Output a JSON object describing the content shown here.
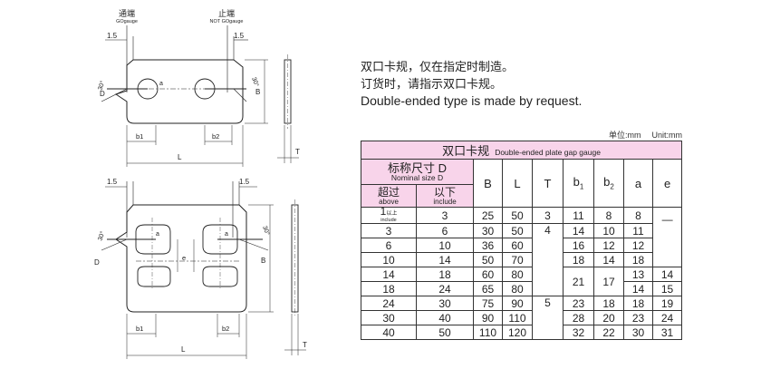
{
  "drawing": {
    "top_labels": {
      "go_cn": "通端",
      "go_en": "GOgauge",
      "notgo_cn": "止端",
      "notgo_en": "NOT GOgauge"
    },
    "dims": {
      "slot": "1.5",
      "angle": "30°",
      "D": "D",
      "a": "a",
      "B": "B",
      "b1": "b1",
      "b2": "b2",
      "L": "L",
      "T": "T",
      "e": "e"
    }
  },
  "notes": {
    "line1": "双口卡规，仅在指定时制造。",
    "line2": "订货时，请指示双口卡规。",
    "line3": "Double-ended type is made by request."
  },
  "units": {
    "cn": "单位:mm",
    "en": "Unit:mm"
  },
  "table": {
    "title_cn": "双口卡规",
    "title_en": "Double-ended plate gap gauge",
    "nominal_cn": "标称尺寸 D",
    "nominal_en": "Nominal size  D",
    "above_cn": "超过",
    "above_en": "above",
    "include_cn": "以下",
    "include_en": "include",
    "col_B": "B",
    "col_L": "L",
    "col_T": "T",
    "col_b1": "b",
    "col_b1_sub": "1",
    "col_b2": "b",
    "col_b2_sub": "2",
    "col_a": "a",
    "col_e": "e",
    "first_above": "1",
    "first_above_note_cn": "以上",
    "first_above_note_en": "include",
    "rows": [
      {
        "above": "",
        "include": "3",
        "B": "25",
        "L": "50",
        "T": "3",
        "b1": "11",
        "b2": "8",
        "a": "8",
        "e": "—"
      },
      {
        "above": "3",
        "include": "6",
        "B": "30",
        "L": "50",
        "T": "4",
        "b1": "14",
        "b2": "10",
        "a": "11",
        "e": ""
      },
      {
        "above": "6",
        "include": "10",
        "B": "36",
        "L": "60",
        "T": "",
        "b1": "16",
        "b2": "12",
        "a": "12",
        "e": ""
      },
      {
        "above": "10",
        "include": "14",
        "B": "50",
        "L": "70",
        "T": "",
        "b1": "18",
        "b2": "14",
        "a": "18",
        "e": ""
      },
      {
        "above": "14",
        "include": "18",
        "B": "60",
        "L": "80",
        "T": "",
        "b1": "21",
        "b2": "17",
        "a": "13",
        "e": "14"
      },
      {
        "above": "18",
        "include": "24",
        "B": "65",
        "L": "80",
        "T": "",
        "b1": "",
        "b2": "",
        "a": "14",
        "e": "15"
      },
      {
        "above": "24",
        "include": "30",
        "B": "75",
        "L": "90",
        "T": "5",
        "b1": "23",
        "b2": "18",
        "a": "18",
        "e": "19"
      },
      {
        "above": "30",
        "include": "40",
        "B": "90",
        "L": "110",
        "T": "",
        "b1": "28",
        "b2": "20",
        "a": "23",
        "e": "24"
      },
      {
        "above": "40",
        "include": "50",
        "B": "110",
        "L": "120",
        "T": "",
        "b1": "32",
        "b2": "22",
        "a": "30",
        "e": "31"
      }
    ]
  }
}
